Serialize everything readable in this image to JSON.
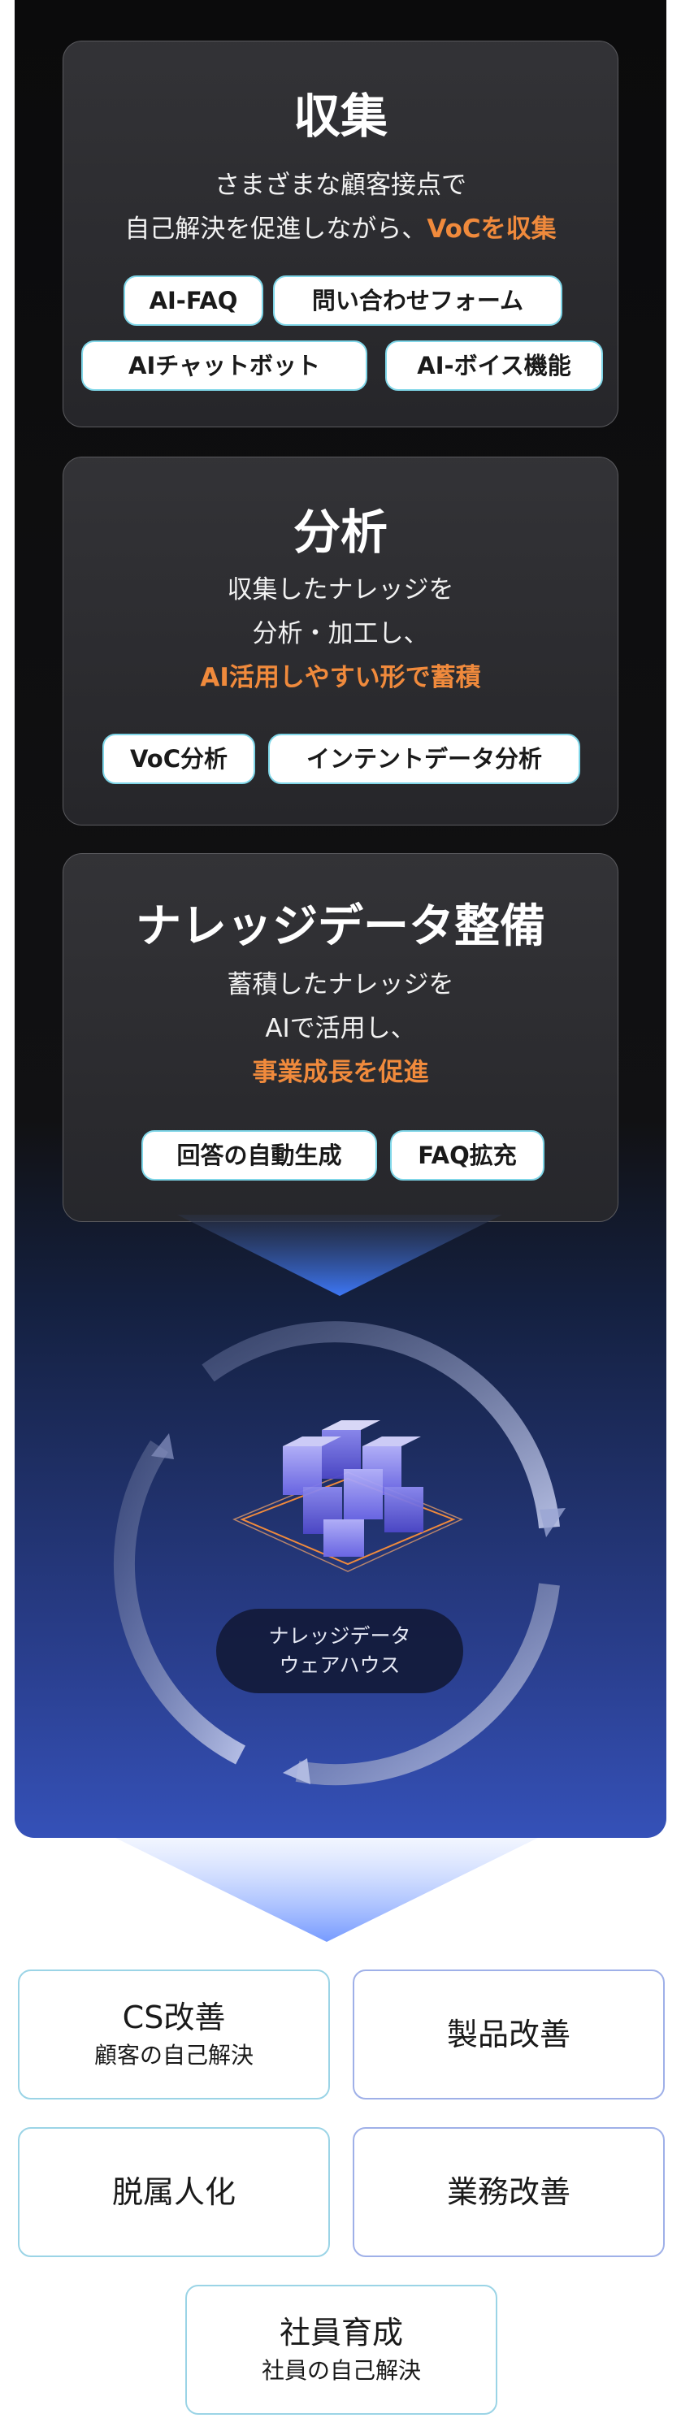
{
  "stages": [
    {
      "title": "収集",
      "desc_lines": [
        "さまざまな顧客接点で",
        "自己解決を促進しながら、"
      ],
      "accent_inline": "VoCを収集",
      "chips_row1": [
        "AI-FAQ",
        "問い合わせフォーム"
      ],
      "chips_row2": [
        "AIチャットボット",
        "AI-ボイス機能"
      ]
    },
    {
      "title": "分析",
      "desc_lines": [
        "収集したナレッジを",
        "分析・加工し、"
      ],
      "accent_line": "AI活用しやすい形で蓄積",
      "chips_row1": [
        "VoC分析",
        "インテントデータ分析"
      ]
    },
    {
      "title": "ナレッジデータ整備",
      "desc_lines": [
        "蓄積したナレッジを",
        "AIで活用し、"
      ],
      "accent_line": "事業成長を促進",
      "chips_row1": [
        "回答の自動生成",
        "FAQ拡充"
      ]
    }
  ],
  "warehouse": {
    "line1": "ナレッジデータ",
    "line2": "ウェアハウス"
  },
  "results": [
    {
      "title": "CS改善",
      "sub": "顧客の自己解決"
    },
    {
      "title": "製品改善",
      "sub": ""
    },
    {
      "title": "脱属人化",
      "sub": ""
    },
    {
      "title": "業務改善",
      "sub": ""
    },
    {
      "title": "社員育成",
      "sub": "社員の自己解決"
    }
  ],
  "colors": {
    "accent": "#f08a3c",
    "chip_border": "#7fd6e8",
    "card_border": "#5a5a5e",
    "hero_bottom": "#3551b8",
    "cube": "#8a86f0"
  }
}
